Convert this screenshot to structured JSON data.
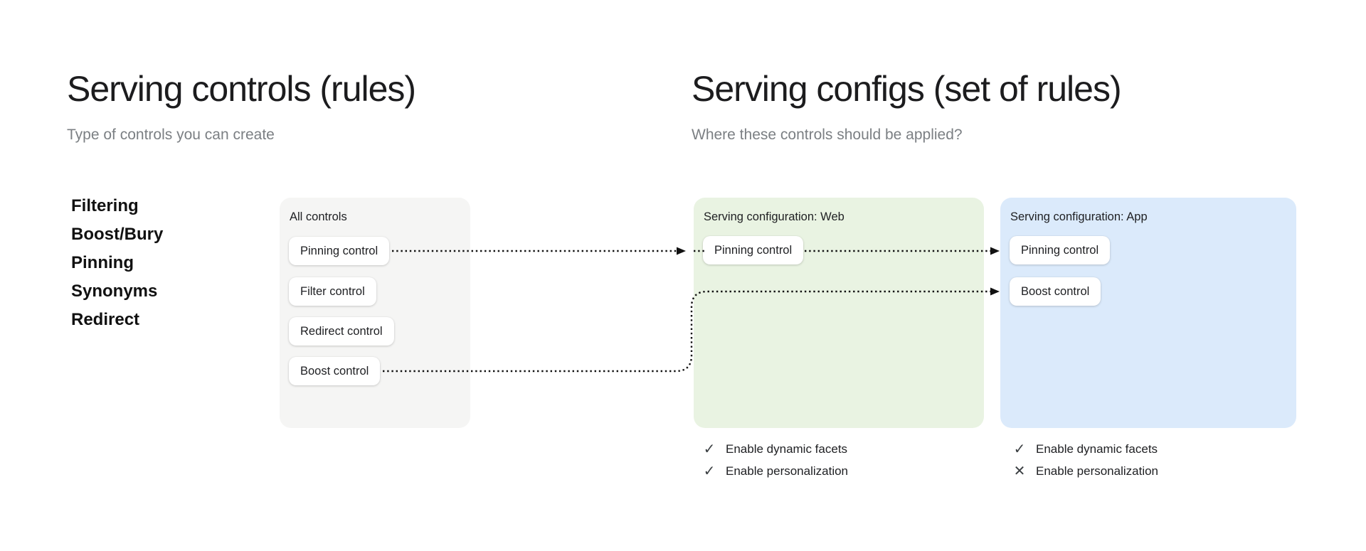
{
  "left_section": {
    "title": "Serving controls (rules)",
    "subtitle": "Type of controls you can create",
    "control_types": [
      "Filtering",
      "Boost/Bury",
      "Pinning",
      "Synonyms",
      "Redirect"
    ],
    "all_controls_panel": {
      "label": "All controls",
      "buttons": [
        "Pinning control",
        "Filter control",
        "Redirect control",
        "Boost control"
      ]
    }
  },
  "right_section": {
    "title": "Serving configs (set of rules)",
    "subtitle": "Where these controls should be applied?",
    "configs": [
      {
        "label": "Serving configuration: Web",
        "buttons": [
          "Pinning control"
        ],
        "features": [
          {
            "label": "Enable dynamic facets",
            "enabled": true,
            "icon": "✓"
          },
          {
            "label": "Enable personalization",
            "enabled": true,
            "icon": "✓"
          }
        ]
      },
      {
        "label": "Serving configuration: App",
        "buttons": [
          "Pinning control",
          "Boost control"
        ],
        "features": [
          {
            "label": "Enable dynamic facets",
            "enabled": true,
            "icon": "✓"
          },
          {
            "label": "Enable personalization",
            "enabled": false,
            "icon": "✕"
          }
        ]
      }
    ]
  },
  "connections": [
    {
      "from": "All controls / Pinning control",
      "to": "Serving configuration: Web / Pinning control"
    },
    {
      "from": "Serving configuration: Web / Pinning control",
      "to": "Serving configuration: App / Pinning control"
    },
    {
      "from": "All controls / Boost control",
      "to": "Serving configuration: App / Boost control"
    }
  ],
  "colors": {
    "background": "#ffffff",
    "panel_all": "#f5f5f4",
    "panel_web": "#e9f3e2",
    "panel_app": "#dbeafb",
    "button_bg": "#ffffff",
    "title_text": "#1c1c1e",
    "subtitle_text": "#7b7f83",
    "body_text": "#202124",
    "arrow": "#111111"
  }
}
